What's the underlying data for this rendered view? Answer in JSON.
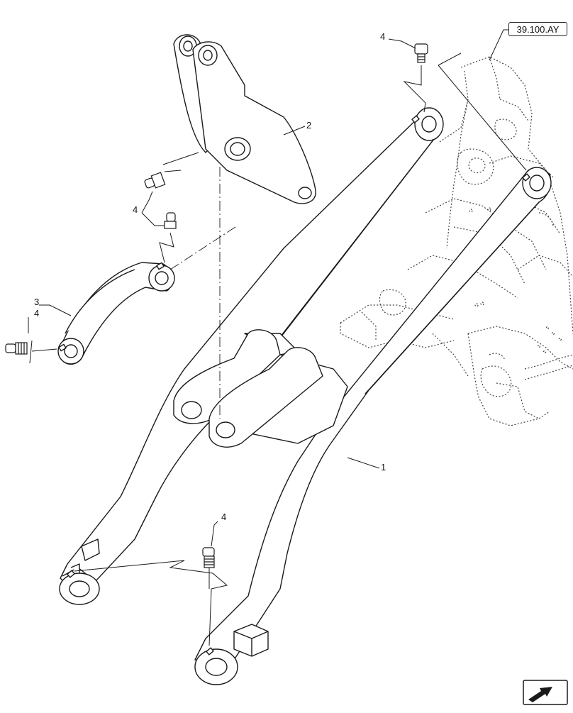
{
  "reference": {
    "label": "39.100.AY"
  },
  "callouts": {
    "item1": "1",
    "item2": "2",
    "item3": "3",
    "item4_top": "4",
    "item4_left_a": "4",
    "item4_left_b": "4",
    "item4_bottom": "4"
  },
  "icons": {
    "navigation": "arrow-navigation-icon"
  },
  "colors": {
    "line": "#1a1a1a",
    "ghost": "#444444",
    "fill": "#ffffff"
  }
}
